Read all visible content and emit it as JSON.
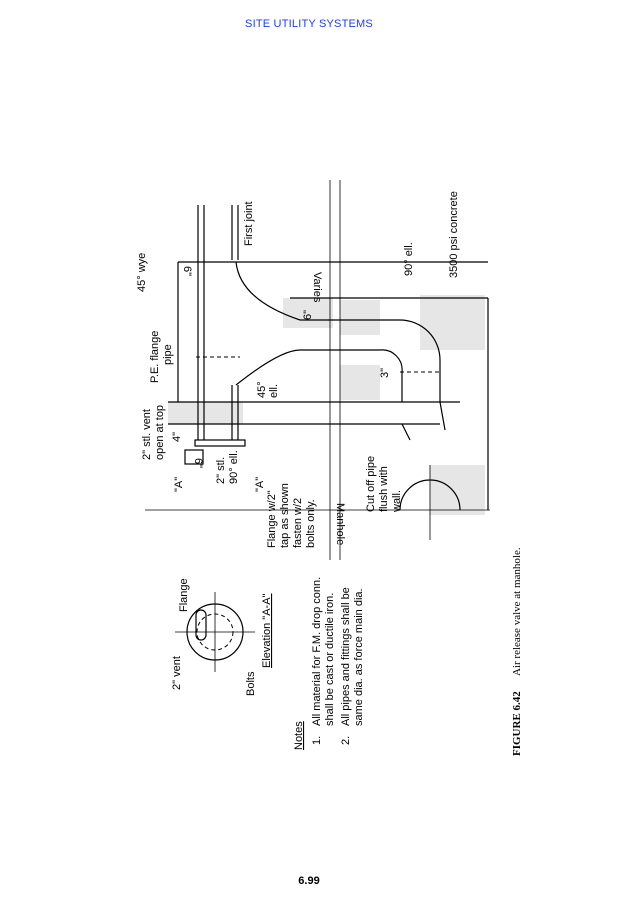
{
  "header": "SITE UTILITY SYSTEMS",
  "page_number": "6.99",
  "drawing": {
    "labels": {
      "wye": "45° wye",
      "vent_1": "2\" stl. vent",
      "vent_2": "open at top",
      "pe_1": "P.E. flange",
      "pe_2": "pipe",
      "first_joint": "First joint",
      "ell45_1": "45°",
      "ell45_2": "ell.",
      "stl_1": "2\" stl.",
      "stl_2": "90° ell.",
      "section_a_left": "\"A\"",
      "section_a_right": "\"A\"",
      "dim_6_vent": "6\"",
      "dim_4": "4\"",
      "dim_6_top": "6\"",
      "dim_6_mid": "6\"",
      "dim_3": "3\"",
      "varies": "Varies",
      "flange_1": "Flange w/2\"",
      "flange_2": "tap as shown",
      "flange_3": "fasten w/2",
      "flange_4": "bolts only.",
      "manhole": "Manhole",
      "cut_1": "Cut off pipe",
      "cut_2": "flush with",
      "cut_3": "wall.",
      "ell90": "90° ell.",
      "concrete": "3500 psi concrete"
    },
    "elevation": {
      "vent": "2\" vent",
      "flange": "Flange",
      "bolts": "Bolts",
      "title": "Elevation \"A-A\""
    },
    "notes": {
      "title": "Notes",
      "items": [
        {
          "num": "1.",
          "line1": "All material for F.M. drop conn.",
          "line2": "shall be cast or ductile iron."
        },
        {
          "num": "2.",
          "line1": "All pipes and fittings shall be",
          "line2": "same dia. as force main dia."
        }
      ]
    }
  },
  "caption": {
    "label": "FIGURE 6.42",
    "text": "Air release valve at manhole."
  }
}
